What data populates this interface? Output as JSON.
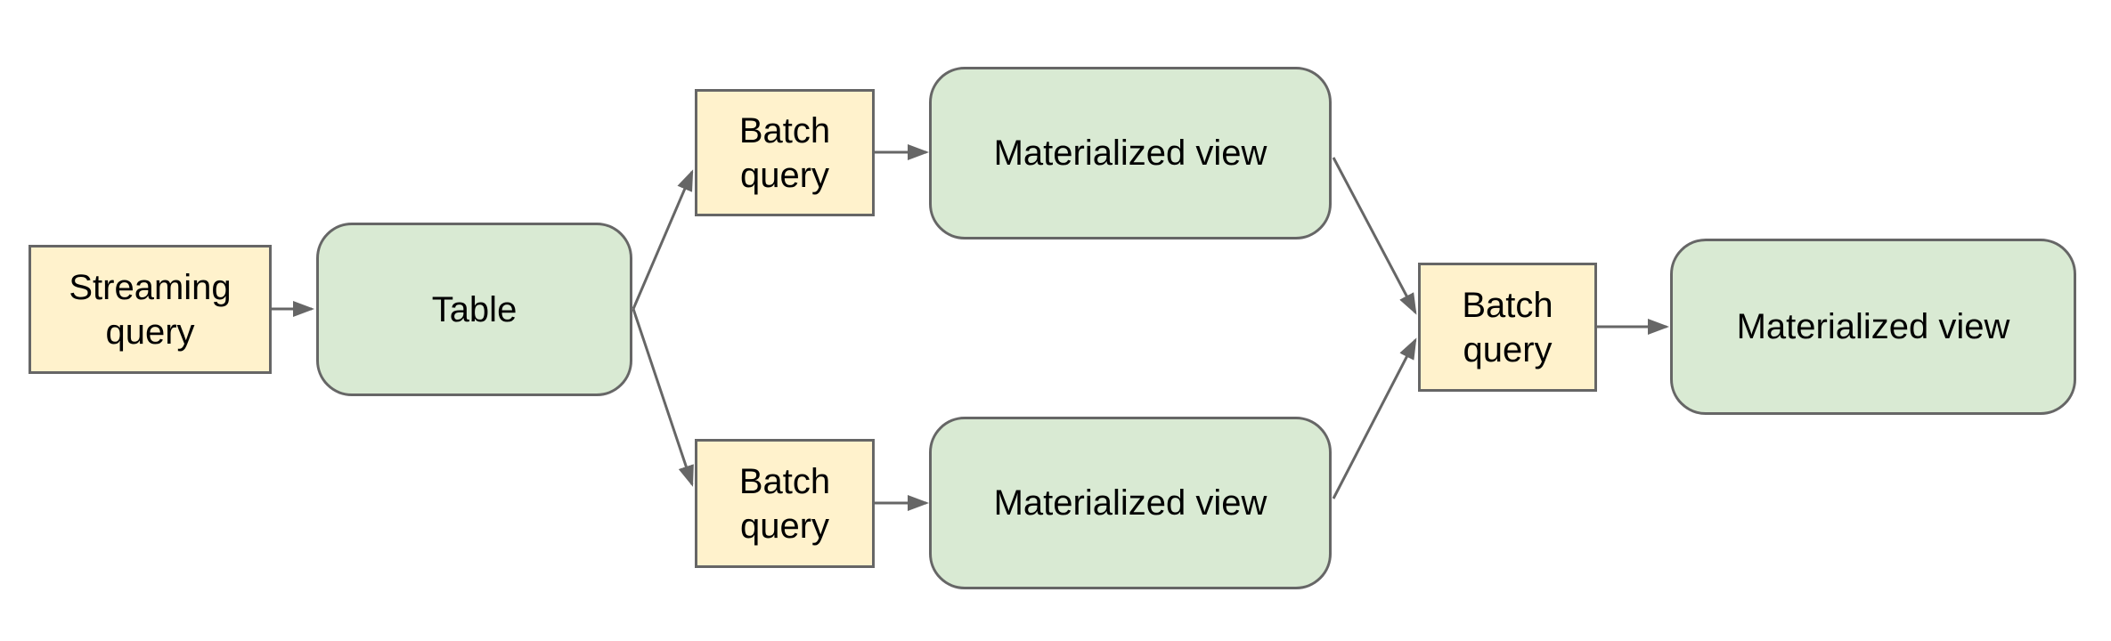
{
  "diagram": {
    "type": "flow-diagram",
    "colors": {
      "query_box_fill": "#fff2cc",
      "view_box_fill": "#d9ead3",
      "box_border": "#666666",
      "arrow": "#666666",
      "text": "#000000",
      "background": "#ffffff"
    },
    "nodes": [
      {
        "id": "streaming-query",
        "label": "Streaming query",
        "kind": "query"
      },
      {
        "id": "table",
        "label": "Table",
        "kind": "view"
      },
      {
        "id": "batch-query-top",
        "label": "Batch query",
        "kind": "query"
      },
      {
        "id": "materialized-view-top",
        "label": "Materialized view",
        "kind": "view"
      },
      {
        "id": "batch-query-bottom",
        "label": "Batch query",
        "kind": "query"
      },
      {
        "id": "materialized-view-bottom",
        "label": "Materialized view",
        "kind": "view"
      },
      {
        "id": "batch-query-right",
        "label": "Batch query",
        "kind": "query"
      },
      {
        "id": "materialized-view-right",
        "label": "Materialized view",
        "kind": "view"
      }
    ],
    "edges": [
      {
        "from": "streaming-query",
        "to": "table"
      },
      {
        "from": "table",
        "to": "batch-query-top"
      },
      {
        "from": "table",
        "to": "batch-query-bottom"
      },
      {
        "from": "batch-query-top",
        "to": "materialized-view-top"
      },
      {
        "from": "batch-query-bottom",
        "to": "materialized-view-bottom"
      },
      {
        "from": "materialized-view-top",
        "to": "batch-query-right"
      },
      {
        "from": "materialized-view-bottom",
        "to": "batch-query-right"
      },
      {
        "from": "batch-query-right",
        "to": "materialized-view-right"
      }
    ]
  }
}
